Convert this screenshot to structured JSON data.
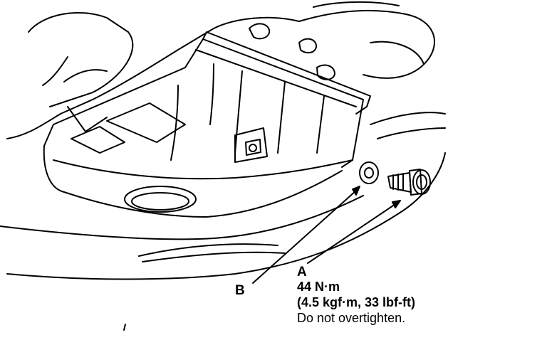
{
  "labels": {
    "callout_a": "A",
    "callout_b": "B",
    "torque_nm": "44 N·m",
    "torque_alt": "(4.5 kgf·m, 33 lbf-ft)",
    "warning": "Do not overtighten."
  },
  "colors": {
    "line": "#000000",
    "background": "#ffffff"
  }
}
